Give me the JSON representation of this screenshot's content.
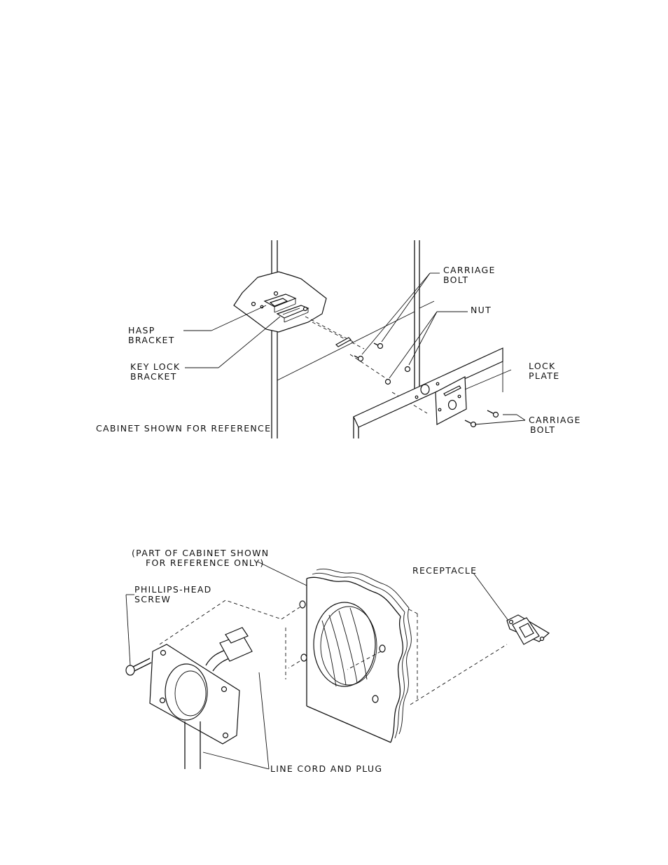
{
  "diagram1": {
    "labels": {
      "carriage_bolt_top_1": "CARRIAGE",
      "carriage_bolt_top_2": "BOLT",
      "nut": "NUT",
      "hasp_bracket_1": "HASP",
      "hasp_bracket_2": "BRACKET",
      "key_lock_bracket_1": "KEY LOCK",
      "key_lock_bracket_2": "BRACKET",
      "lock_plate_1": "LOCK",
      "lock_plate_2": "PLATE",
      "carriage_bolt_bottom_1": "CARRIAGE",
      "carriage_bolt_bottom_2": "BOLT",
      "cabinet_reference": "CABINET SHOWN FOR REFERENCE"
    }
  },
  "diagram2": {
    "labels": {
      "cabinet_part_1": "(PART OF CABINET SHOWN",
      "cabinet_part_2": "FOR REFERENCE ONLY)",
      "receptacle": "RECEPTACLE",
      "phillips_1": "PHILLIPS-HEAD",
      "phillips_2": "SCREW",
      "line_cord": "LINE CORD AND PLUG"
    }
  }
}
